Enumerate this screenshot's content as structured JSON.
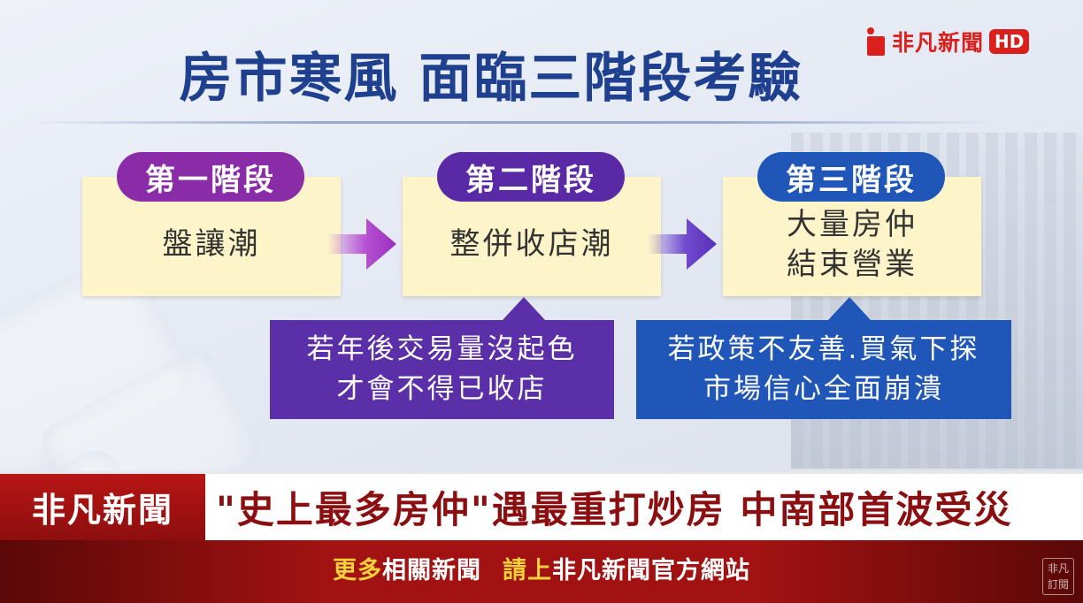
{
  "title": "房市寒風 面臨三階段考驗",
  "logo": {
    "text": "非凡新聞",
    "hd": "HD"
  },
  "stages": [
    {
      "label": "第一階段",
      "text_lines": [
        "盤讓潮"
      ],
      "color": "#8a2ca8"
    },
    {
      "label": "第二階段",
      "text_lines": [
        "整併收店潮"
      ],
      "color": "#5a2aa6"
    },
    {
      "label": "第三階段",
      "text_lines": [
        "大量房仲",
        "結束營業"
      ],
      "color": "#1f56b8"
    }
  ],
  "notes": [
    {
      "lines": [
        "若年後交易量沒起色",
        "才會不得已收店"
      ],
      "color": "#5a2fa8"
    },
    {
      "lines": [
        "若政策不友善.買氣下探",
        "市場信心全面崩潰"
      ],
      "color": "#1f56b8"
    }
  ],
  "ticker": {
    "brand": "非凡新聞",
    "headline": "\"史上最多房仲\"遇最重打炒房  中南部首波受災"
  },
  "bottom": {
    "part1_yellow": "更多",
    "part1_white": "相關新聞",
    "part2_yellow": "請上",
    "part2_white": "非凡新聞官方網站"
  },
  "corner": {
    "line1": "非凡",
    "line2": "訂閱"
  }
}
